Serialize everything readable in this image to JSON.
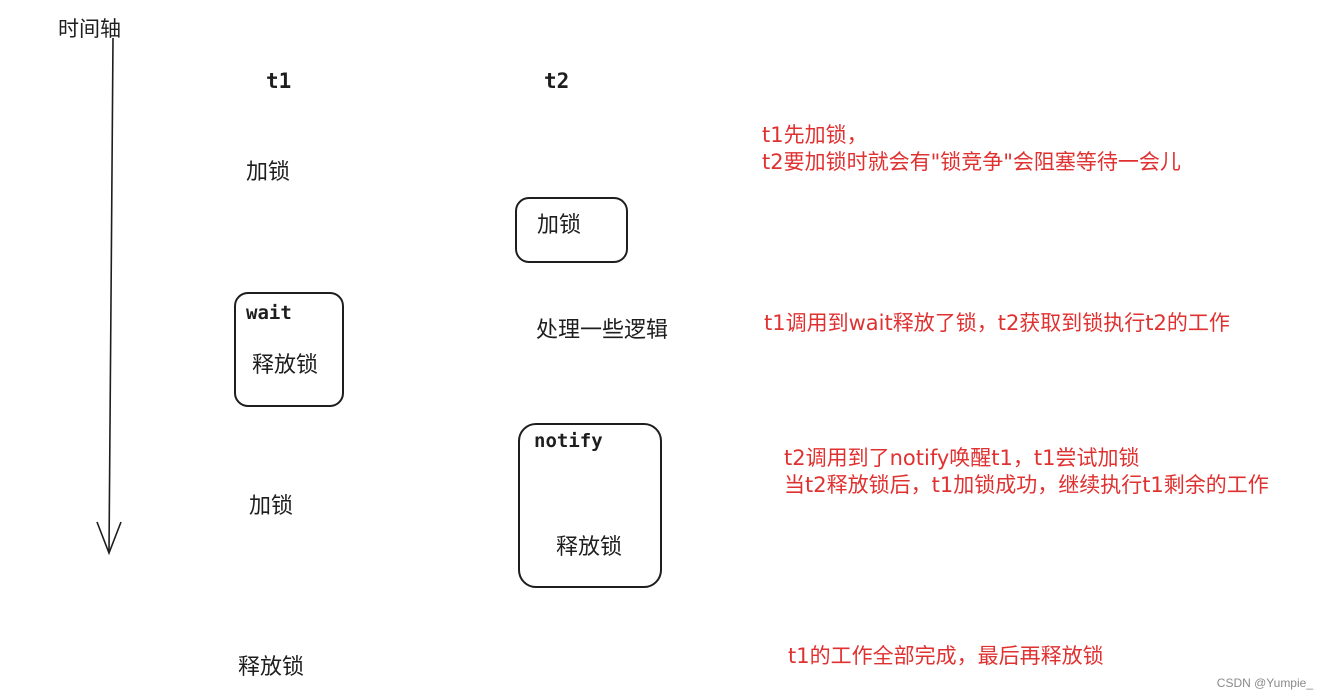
{
  "timeline": {
    "label": "时间轴"
  },
  "columns": {
    "t1": "t1",
    "t2": "t2"
  },
  "t1_steps": {
    "lock1": "加锁",
    "wait_tag": "wait",
    "release_in_wait": "释放锁",
    "lock2": "加锁",
    "release_final": "释放锁"
  },
  "t2_steps": {
    "lock": "加锁",
    "logic": "处理一些逻辑",
    "notify_tag": "notify",
    "release": "释放锁"
  },
  "notes": {
    "n1_line1": "t1先加锁，",
    "n1_line2": "t2要加锁时就会有\"锁竞争\"会阻塞等待一会儿",
    "n2": "t1调用到wait释放了锁，t2获取到锁执行t2的工作",
    "n3_line1": "t2调用到了notify唤醒t1，t1尝试加锁",
    "n3_line2": "当t2释放锁后，t1加锁成功，继续执行t1剩余的工作",
    "n4": "t1的工作全部完成，最后再释放锁"
  },
  "colors": {
    "stroke": "#1e1e1e",
    "note": "#e03131"
  },
  "watermark": "CSDN @Yumpie_"
}
